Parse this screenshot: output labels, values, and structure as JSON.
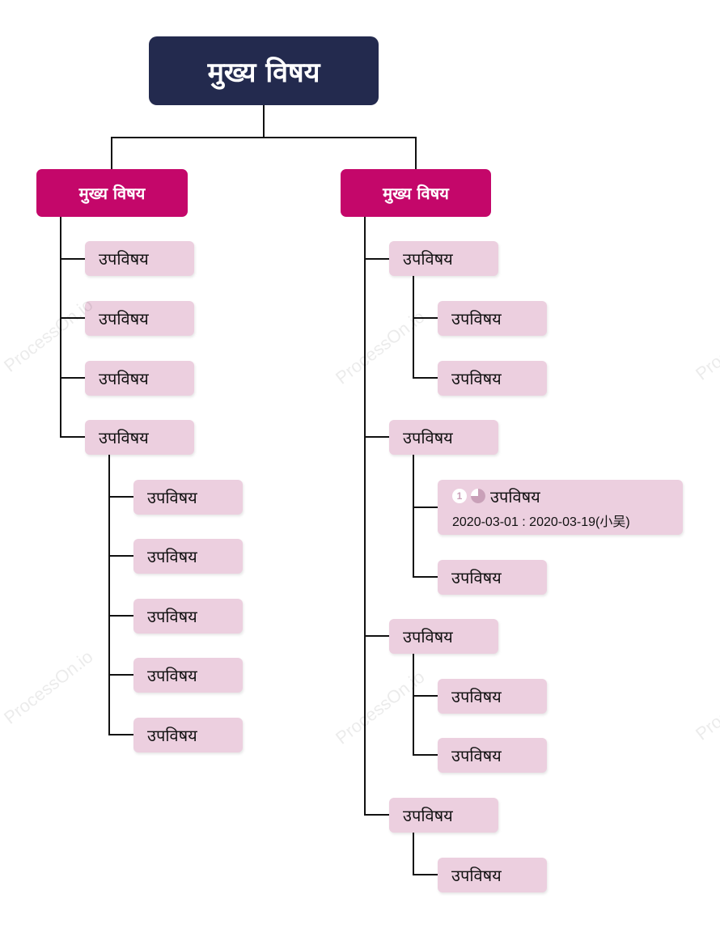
{
  "root": {
    "label": "मुख्य विषय"
  },
  "branches": [
    {
      "label": "मुख्य विषय",
      "children": [
        {
          "label": "उपविषय"
        },
        {
          "label": "उपविषय"
        },
        {
          "label": "उपविषय"
        },
        {
          "label": "उपविषय",
          "children": [
            {
              "label": "उपविषय"
            },
            {
              "label": "उपविषय"
            },
            {
              "label": "उपविषय"
            },
            {
              "label": "उपविषय"
            },
            {
              "label": "उपविषय"
            }
          ]
        }
      ]
    },
    {
      "label": "मुख्य विषय",
      "children": [
        {
          "label": "उपविषय",
          "children": [
            {
              "label": "उपविषय"
            },
            {
              "label": "उपविषय"
            }
          ]
        },
        {
          "label": "उपविषय",
          "children": [
            {
              "label": "उपविषय",
              "task": {
                "priority": "1",
                "progress": 0.75,
                "dates": "2020-03-01 : 2020-03-19(小吴)"
              }
            },
            {
              "label": "उपविषय"
            }
          ]
        },
        {
          "label": "उपविषय",
          "children": [
            {
              "label": "उपविषय"
            },
            {
              "label": "उपविषय"
            }
          ]
        },
        {
          "label": "उपविषय",
          "children": [
            {
              "label": "उपविषय"
            }
          ]
        }
      ]
    }
  ],
  "watermark": "ProcessOn.io",
  "colors": {
    "root": "#232a4e",
    "main": "#c4076a",
    "sub": "#eccfdf",
    "line": "#111111"
  }
}
